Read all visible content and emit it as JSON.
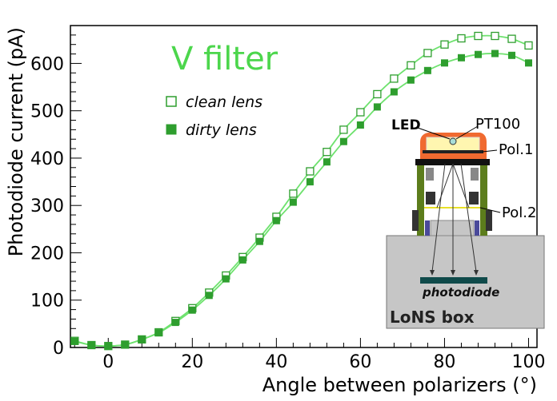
{
  "chart_data": {
    "type": "scatter",
    "title": "V filter",
    "xlabel": "Angle between polarizers (°)",
    "ylabel": "Photodiode current (pA)",
    "xlim": [
      -9,
      102
    ],
    "ylim": [
      0,
      680
    ],
    "x_ticks": [
      0,
      20,
      40,
      60,
      80,
      100
    ],
    "y_ticks": [
      0,
      100,
      200,
      300,
      400,
      500,
      600
    ],
    "grid": false,
    "legend_position": "upper-left",
    "series": [
      {
        "name": "clean lens",
        "marker": "open-square",
        "color": "#2e9e2e",
        "fit_color": "#6ee26e",
        "x": [
          -8,
          -4,
          0,
          4,
          8,
          12,
          16,
          20,
          24,
          28,
          32,
          36,
          40,
          44,
          48,
          52,
          56,
          60,
          64,
          68,
          72,
          76,
          80,
          84,
          88,
          92,
          96,
          100
        ],
        "y": [
          14,
          5,
          3,
          6,
          17,
          32,
          56,
          83,
          116,
          152,
          191,
          232,
          276,
          325,
          372,
          413,
          460,
          497,
          535,
          568,
          596,
          622,
          640,
          653,
          658,
          658,
          652,
          638
        ]
      },
      {
        "name": "dirty lens",
        "marker": "filled-square",
        "color": "#2e9e2e",
        "fit_color": "#6ee26e",
        "x": [
          -8,
          -4,
          0,
          4,
          8,
          12,
          16,
          20,
          24,
          28,
          32,
          36,
          40,
          44,
          48,
          52,
          56,
          60,
          64,
          68,
          72,
          76,
          80,
          84,
          88,
          92,
          96,
          100
        ],
        "y": [
          13,
          5,
          3,
          6,
          17,
          31,
          53,
          79,
          110,
          145,
          185,
          224,
          268,
          307,
          350,
          392,
          435,
          470,
          508,
          540,
          565,
          585,
          601,
          612,
          619,
          621,
          617,
          601
        ]
      }
    ]
  },
  "inset": {
    "led_label": "LED",
    "pt100_label": "PT100",
    "pol1_label": "Pol.1",
    "pol2_label": "Pol.2",
    "photodiode_label": "photodiode",
    "box_label": "LoNS box"
  }
}
